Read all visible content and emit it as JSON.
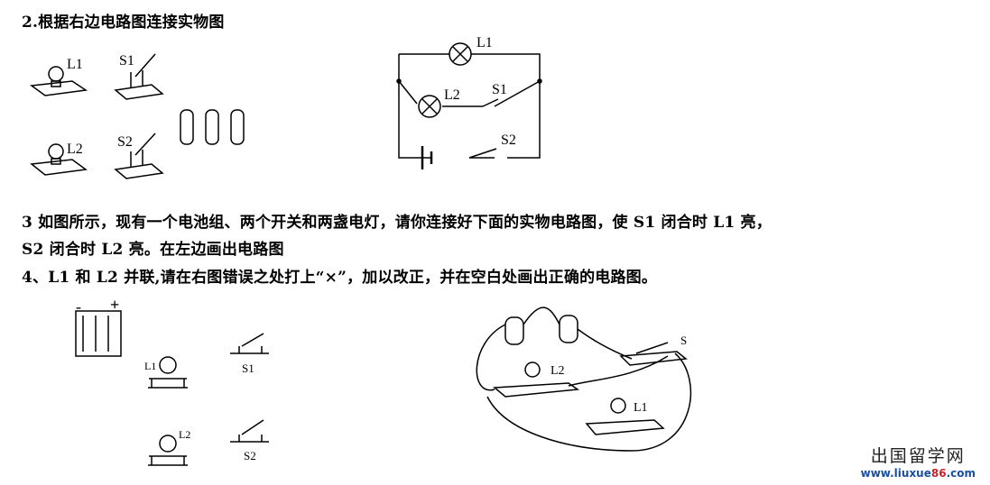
{
  "q2": {
    "title": "2.根据右边电路图连接实物图"
  },
  "q3": {
    "line1": "3 如图所示，现有一个电池组、两个开关和两盏电灯，请你连接好下面的实物电路图，使 S1 闭合时 L1 亮，",
    "line2": "S2 闭合时 L2 亮。在左边画出电路图"
  },
  "q4": {
    "line1": "4、L1 和 L2 并联,请在右图错误之处打上“×”，加以改正，并在空白处画出正确的电路图。"
  },
  "labels": {
    "L1": "L1",
    "L2": "L2",
    "S1": "S1",
    "S2": "S2",
    "S": "S",
    "plus": "+",
    "minus": "-"
  },
  "watermark": {
    "name": "出国留学网",
    "url_a": "www.liuxue",
    "url_b": "86",
    "url_c": ".com"
  }
}
